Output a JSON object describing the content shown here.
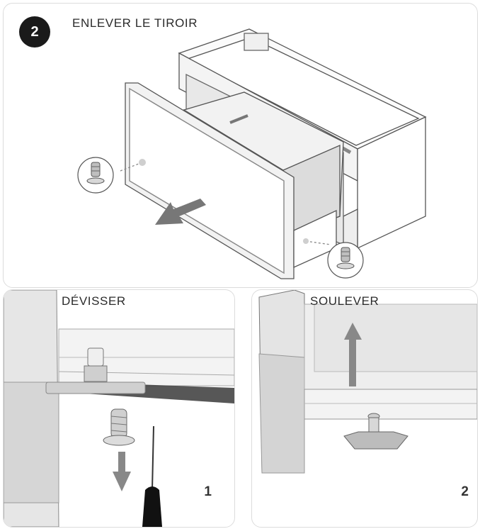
{
  "step": {
    "number": "2",
    "title": "ENLEVER LE TIROIR"
  },
  "left_panel": {
    "title": "DÉVISSER",
    "number": "1"
  },
  "right_panel": {
    "title": "SOULEVER",
    "number": "2"
  },
  "colors": {
    "badge": "#1a1a1a",
    "line": "#555555",
    "arrow": "#777777",
    "panel_border": "#dcdcdc"
  },
  "icons": [
    "arrow-out-icon",
    "screw-icon",
    "screwdriver-icon",
    "arrow-down-icon",
    "arrow-up-icon"
  ]
}
